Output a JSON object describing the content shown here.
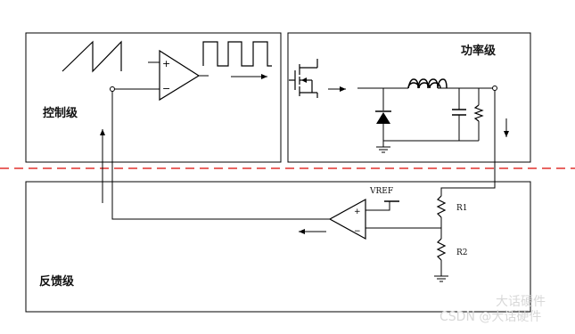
{
  "blocks": {
    "control": {
      "label": "控制级"
    },
    "power": {
      "label": "功率级"
    },
    "feedback": {
      "label": "反馈级"
    }
  },
  "components": {
    "vref_label": "VREF",
    "r1_label": "R1",
    "r2_label": "R2",
    "opamp_plus": "+",
    "opamp_minus": "−"
  },
  "watermark": {
    "text1": "大话硬件",
    "text2": "CSDN @大话硬件"
  },
  "colors": {
    "divider": "#e0322e",
    "line": "#000000",
    "box": "#000000",
    "watermark": "#cfcfcf"
  }
}
